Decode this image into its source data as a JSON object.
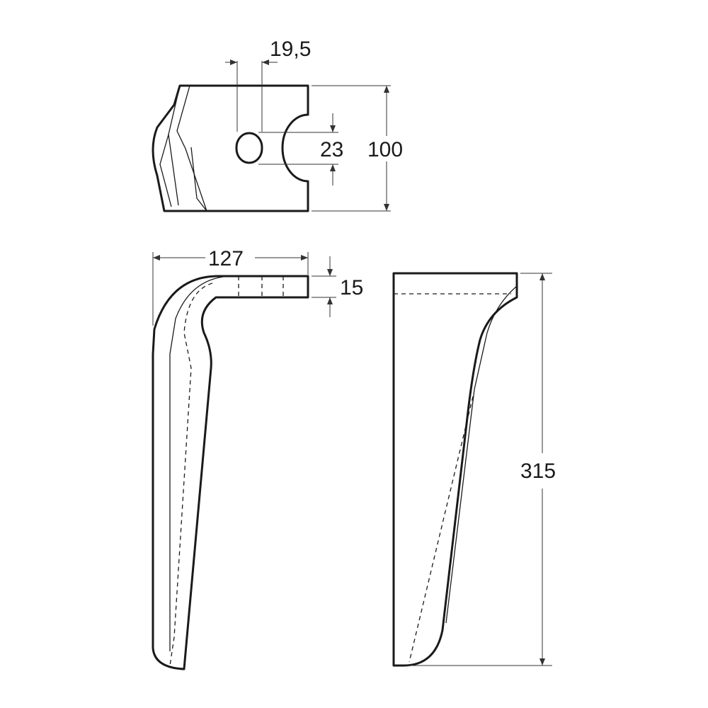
{
  "drawing": {
    "dimensions": {
      "hole_offset": "19,5",
      "slot_width": "23",
      "plate_height": "100",
      "overall_width": "127",
      "thickness": "15",
      "overall_length": "315"
    },
    "colors": {
      "line": "#1a1a1a",
      "background": "#ffffff"
    }
  }
}
